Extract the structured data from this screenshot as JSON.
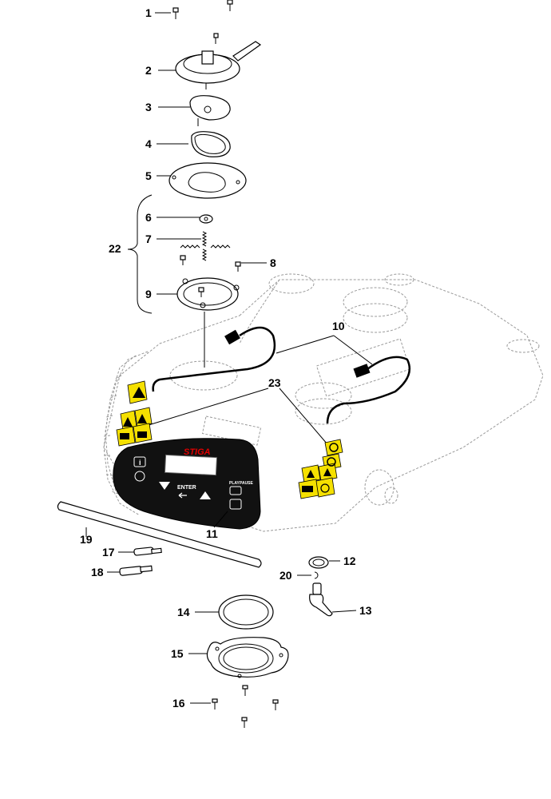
{
  "diagram": {
    "brand_logo_text": "STIGA",
    "keypad": {
      "enter_label": "ENTER",
      "play_label": "PLAY",
      "pause_label": "PAUSE"
    },
    "callouts": [
      {
        "id": "1",
        "part": "screw"
      },
      {
        "id": "2",
        "part": "display-plate-with-cable"
      },
      {
        "id": "3",
        "part": "cap"
      },
      {
        "id": "4",
        "part": "o-ring"
      },
      {
        "id": "5",
        "part": "gasket-plate"
      },
      {
        "id": "6",
        "part": "connector-cross"
      },
      {
        "id": "7",
        "part": "spring-set"
      },
      {
        "id": "8",
        "part": "screw"
      },
      {
        "id": "9",
        "part": "mounting-ring"
      },
      {
        "id": "10",
        "part": "cable-harness"
      },
      {
        "id": "11",
        "part": "keypad-decal"
      },
      {
        "id": "12",
        "part": "washer"
      },
      {
        "id": "13",
        "part": "knob"
      },
      {
        "id": "14",
        "part": "seal-ring"
      },
      {
        "id": "15",
        "part": "flange"
      },
      {
        "id": "16",
        "part": "screw"
      },
      {
        "id": "17",
        "part": "pin"
      },
      {
        "id": "18",
        "part": "pin"
      },
      {
        "id": "19",
        "part": "shaft"
      },
      {
        "id": "20",
        "part": "circlip"
      },
      {
        "id": "22",
        "part": "group-bracket"
      },
      {
        "id": "23",
        "part": "warning-labels"
      }
    ]
  }
}
